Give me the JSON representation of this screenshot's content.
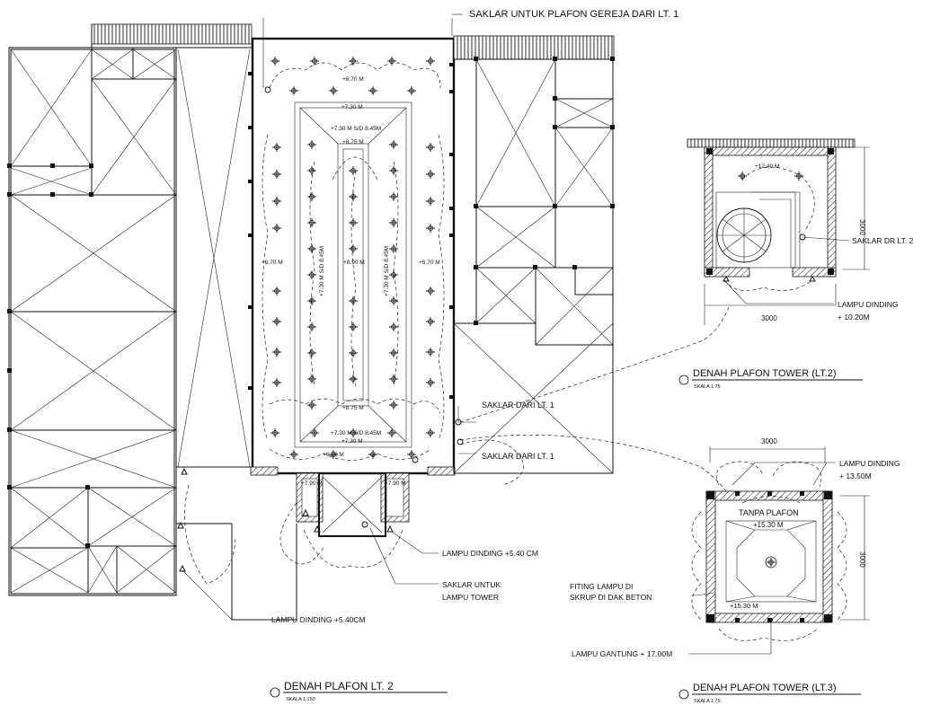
{
  "labels": {
    "saklar_plafon_gereja": "SAKLAR UNTUK PLAFON GEREJA DARI LT. 1",
    "saklar_dari_lt1_a": "SAKLAR DARI LT. 1",
    "saklar_dari_lt1_b": "SAKLAR DARI LT. 1",
    "lampu_dinding_540_cm": "LAMPU DINDING +5.40 CM",
    "saklar_untuk": "SAKLAR UNTUK",
    "lampu_tower": "LAMPU TOWER",
    "lampu_dinding_540_left": "LAMPU DINDING +5.40CM",
    "saklar_dr_lt2": "SAKLAR DR LT. 2",
    "lampu_dinding_1": "LAMPU DINDING",
    "lampu_dinding_1020": "+ 10.20M",
    "lampu_dinding_2": "LAMPU DINDING",
    "lampu_dinding_1350": "+ 13.50M",
    "fitting_1": "FITING LAMPU DI",
    "fitting_2": "SKRUP DI DAK BETON",
    "lampu_gantung": "LAMPU GANTUNG + 17.00M",
    "tanpa_plafon": "TANPA PLAFON"
  },
  "levels": {
    "l_670_top": "+6.70 M",
    "l_730_top": "+7.30 M",
    "l_730_845_top": "+7.30 M S/D 8.45M",
    "l_875_top": "+8.75 M",
    "l_670_left": "+6.70 M",
    "l_890": "+8.90 M",
    "l_670_right": "+6.70 M",
    "l_730_845_l": "+7.30 M S/D 8.45M",
    "l_730_845_r": "+7.30 M S/D 8.45M",
    "l_875_bot": "+8.75 M",
    "l_730_845_bot": "+7.30 M S/D 8.45M",
    "l_730_bot": "+7.30 M",
    "l_670_bot": "+6.70 M",
    "l_790_l": "+7.90 M",
    "l_790_r": "+7.90 M",
    "l_1240": "+12.40 M",
    "l_1530_a": "+15.30 M",
    "l_1530_b": "+15.30 M"
  },
  "dimensions": {
    "tower2_width": "3000",
    "tower2_height": "3000",
    "tower3_width": "3000",
    "tower3_height": "3000"
  },
  "titles": {
    "plafon_lt2": "DENAH PLAFON LT. 2",
    "plafon_lt2_scale": "SKALA 1:150",
    "tower_lt2": "DENAH PLAFON TOWER (LT.2)",
    "tower_lt2_scale": "SKALA 1:75",
    "tower_lt3": "DENAH PLAFON TOWER (LT.3)",
    "tower_lt3_scale": "SKALA 1:75"
  },
  "icons": {
    "ceiling_lamp": "ceiling-lamp-icon",
    "wall_lamp": "wall-lamp-icon",
    "switch": "switch-icon",
    "section_marker": "section-marker-icon"
  }
}
